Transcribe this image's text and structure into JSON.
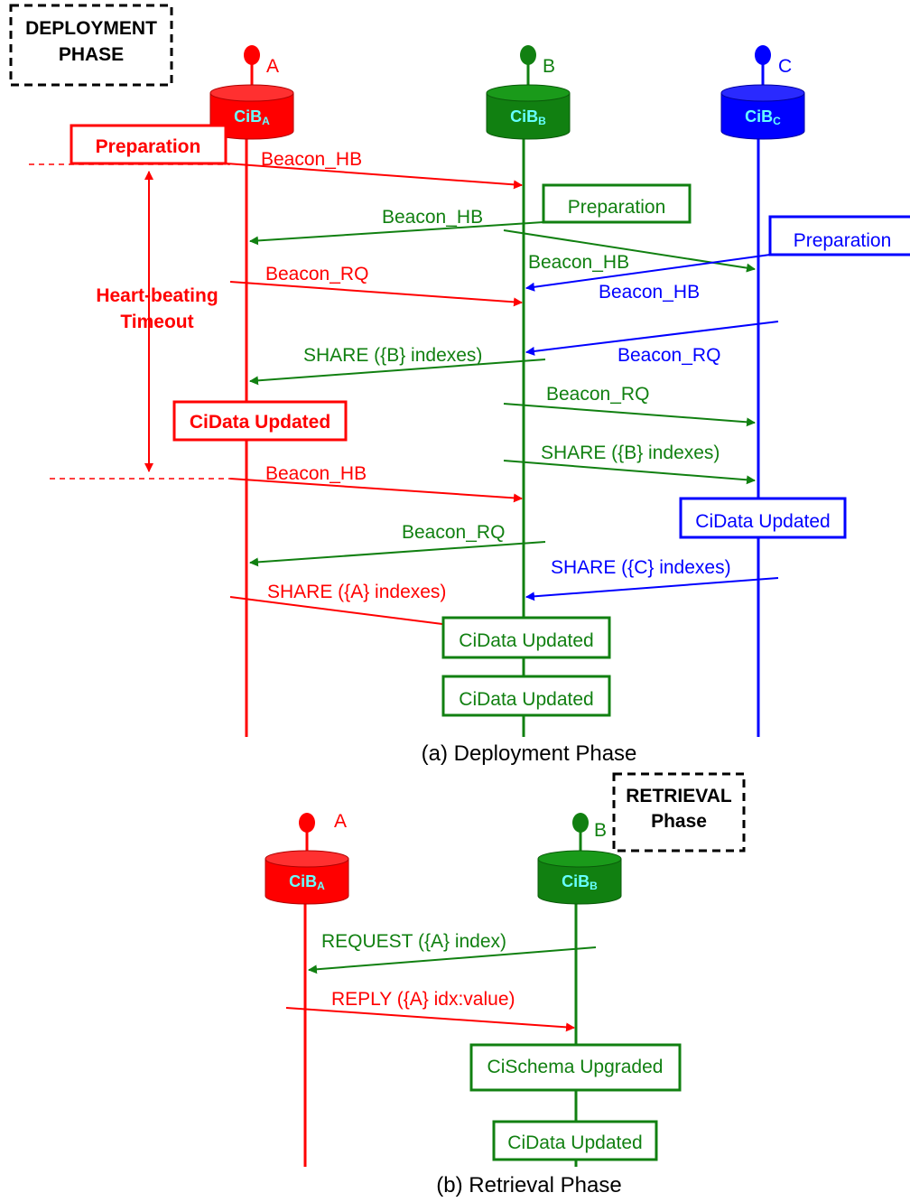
{
  "colors": {
    "red": "#ff0000",
    "green": "#118011",
    "blue": "#0000ff",
    "cyan": "#66ffff",
    "black": "#000000"
  },
  "deployment": {
    "phase_box": {
      "line1": "DEPLOYMENT",
      "line2": "PHASE"
    },
    "nodes": {
      "a": {
        "letter": "A",
        "cib_base": "CiB",
        "cib_sub": "A"
      },
      "b": {
        "letter": "B",
        "cib_base": "CiB",
        "cib_sub": "B"
      },
      "c": {
        "letter": "C",
        "cib_base": "CiB",
        "cib_sub": "C"
      }
    },
    "boxes": {
      "prep_a": "Preparation",
      "prep_b": "Preparation",
      "prep_c": "Preparation",
      "cidata_a": "CiData Updated",
      "cidata_c": "CiData Updated",
      "cidata_b1": "CiData Updated",
      "cidata_b2": "CiData Updated"
    },
    "timeout": {
      "line1": "Heart-beating",
      "line2": "Timeout"
    },
    "messages": {
      "m1": "Beacon_HB",
      "m2": "Beacon_HB",
      "m3": "Beacon_HB",
      "m4": "Beacon_RQ",
      "m5": "Beacon_HB",
      "m6": "SHARE ({B} indexes)",
      "m7": "Beacon_RQ",
      "m8": "Beacon_RQ",
      "m9": "SHARE ({B} indexes)",
      "m10": "Beacon_HB",
      "m11": "Beacon_RQ",
      "m12": "SHARE ({C} indexes)",
      "m13": "SHARE ({A} indexes)"
    },
    "caption": "(a)  Deployment Phase"
  },
  "retrieval": {
    "phase_box": {
      "line1": "RETRIEVAL",
      "line2": "Phase"
    },
    "nodes": {
      "a": {
        "letter": "A",
        "cib_base": "CiB",
        "cib_sub": "A"
      },
      "b": {
        "letter": "B",
        "cib_base": "CiB",
        "cib_sub": "B"
      }
    },
    "messages": {
      "request": "REQUEST ({A} index)",
      "reply": "REPLY ({A} idx:value)"
    },
    "boxes": {
      "schema": "CiSchema Upgraded",
      "cidata": "CiData Updated"
    },
    "caption": "(b)  Retrieval Phase"
  }
}
